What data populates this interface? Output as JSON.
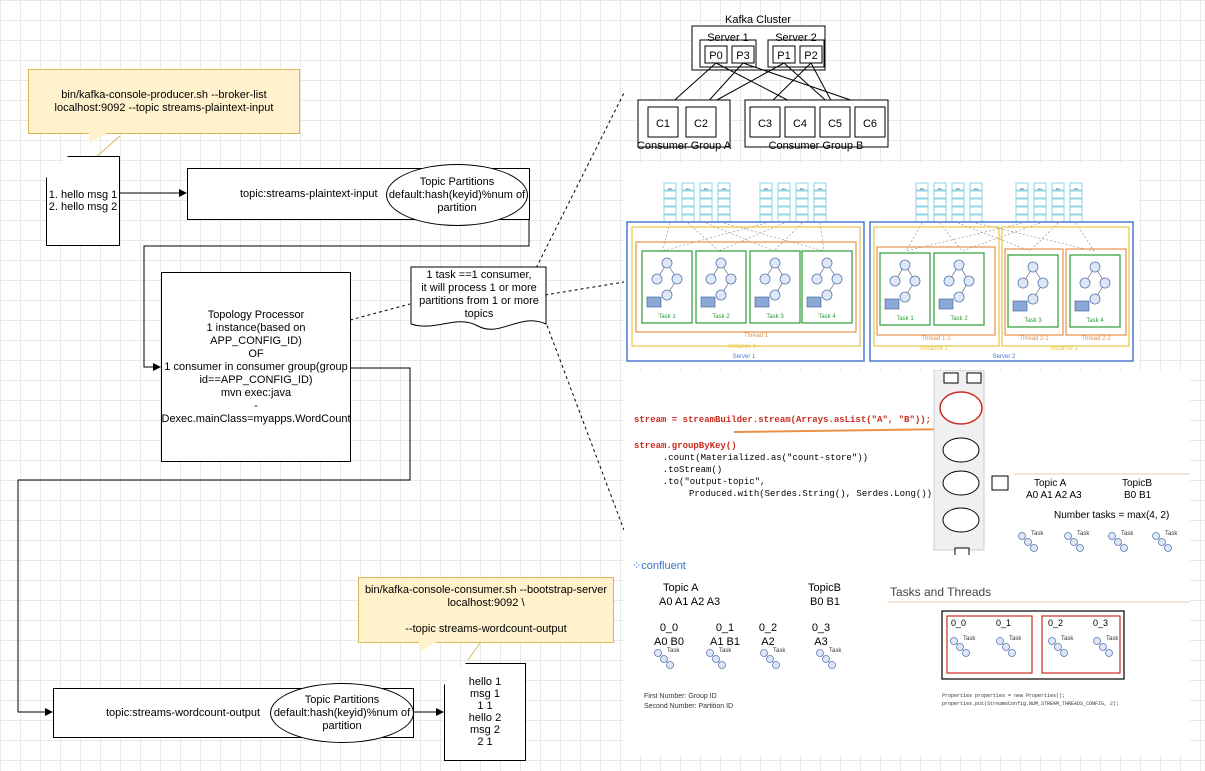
{
  "producer_note": {
    "lines": [
      "bin/kafka-console-producer.sh --broker-list",
      "localhost:9092 --topic streams-plaintext-input"
    ]
  },
  "input_doc": {
    "lines": [
      "1. hello msg 1",
      "2. hello msg 2"
    ]
  },
  "input_topic": {
    "label": "topic:streams-plaintext-input",
    "partitions_lines": [
      "Topic Partitions",
      "default:hash(keyid)%num of",
      "partition"
    ]
  },
  "task_note": {
    "lines": [
      "1 task ==1 consumer,",
      "it will process 1 or more",
      "partitions from 1 or more",
      "topics"
    ]
  },
  "processor": {
    "lines": [
      "Topology Processor",
      "1 instance(based on APP_CONFIG_ID)",
      "OF",
      "1 consumer in consumer group(group",
      "id==APP_CONFIG_ID)",
      "mvn exec:java",
      "-Dexec.mainClass=myapps.WordCount"
    ]
  },
  "consumer_note": {
    "lines": [
      "bin/kafka-console-consumer.sh --bootstrap-server",
      "localhost:9092 \\",
      "",
      "--topic streams-wordcount-output"
    ]
  },
  "output_topic": {
    "label": "topic:streams-wordcount-output",
    "partitions_lines": [
      "Topic Partitions",
      "default:hash(keyid)%num of",
      "partition"
    ]
  },
  "output_doc": {
    "lines": [
      "hello 1",
      "msg 1",
      "1 1",
      "hello 2",
      "msg 2",
      "2 1"
    ]
  },
  "kafka": {
    "cluster_label": "Kafka Cluster",
    "server1": "Server 1",
    "server2": "Server 2",
    "partitions1": [
      "P0",
      "P3"
    ],
    "partitions2": [
      "P1",
      "P2"
    ],
    "consumers": [
      "C1",
      "C2",
      "C3",
      "C4",
      "C5",
      "C6"
    ],
    "group_a": "Consumer Group A",
    "group_b": "Consumer Group B"
  },
  "streams_diagram": {
    "partition_labels": [
      "P0",
      "P1",
      "P2",
      "P3",
      "P0",
      "P1",
      "P2",
      "P3"
    ],
    "left_tasks": [
      "Task 1",
      "Task 2",
      "Task 3",
      "Task 4"
    ],
    "left_thread": "Thread 1",
    "left_instance": "Instance 1",
    "left_server": "Server 1",
    "right_tasks": [
      "Task 1",
      "Task 2",
      "Task 3",
      "Task 4"
    ],
    "right_threads": [
      "Thread 1-1",
      "Thread 2-1",
      "Thread 2-2"
    ],
    "right_instances": [
      "Instance 1",
      "Instance 2"
    ],
    "right_server": "Server 2"
  },
  "code_panel": {
    "line1": "stream = streamBuilder.stream(Arrays.asList(\"A\", \"B\"));",
    "line2": "stream.groupByKey()",
    "line3": "  .count(Materialized.as(\"count-store\"))",
    "line4": "  .toStream()",
    "line5": "  .to(\"output-topic\",",
    "line6": "     Produced.with(Serdes.String(), Serdes.Long()));",
    "topic_a": "Topic A",
    "topic_a_parts": "A0 A1 A2 A3",
    "topic_b": "TopicB",
    "topic_b_parts": "B0 B1",
    "tasks_formula": "Number tasks = max(4, 2)",
    "task_label": "Task"
  },
  "confluent_panel": {
    "logo": "confluent",
    "topic_a": "Topic A",
    "topic_a_parts": "A0 A1 A2 A3",
    "topic_b": "TopicB",
    "topic_b_parts": "B0 B1",
    "groups": [
      {
        "id": "0_0",
        "parts": "A0 B0"
      },
      {
        "id": "0_1",
        "parts": "A1 B1"
      },
      {
        "id": "0_2",
        "parts": "A2"
      },
      {
        "id": "0_3",
        "parts": "A3"
      }
    ],
    "task_label": "Task",
    "footnote1": "First Number: Group ID",
    "footnote2": "Second Number: Partition ID",
    "tasks_threads_title": "Tasks and Threads",
    "tt_ids": [
      "0_0",
      "0_1",
      "0_2",
      "0_3"
    ],
    "code1": "Properties properties = new Properties();",
    "code2": "properties.put(StreamsConfig.NUM_STREAM_THREADS_CONFIG, 2);"
  },
  "colors": {
    "note_fill": "#fff2cc",
    "note_border": "#d6b656",
    "code_red": "#cc2b1d",
    "code_green": "#2f8a2f",
    "stream_blue": "#4a7bd0",
    "stream_orange": "#e8914a",
    "stream_yellow": "#e9c448",
    "stream_green": "#2e9a36",
    "partition_cyan": "#8fd3ea"
  }
}
